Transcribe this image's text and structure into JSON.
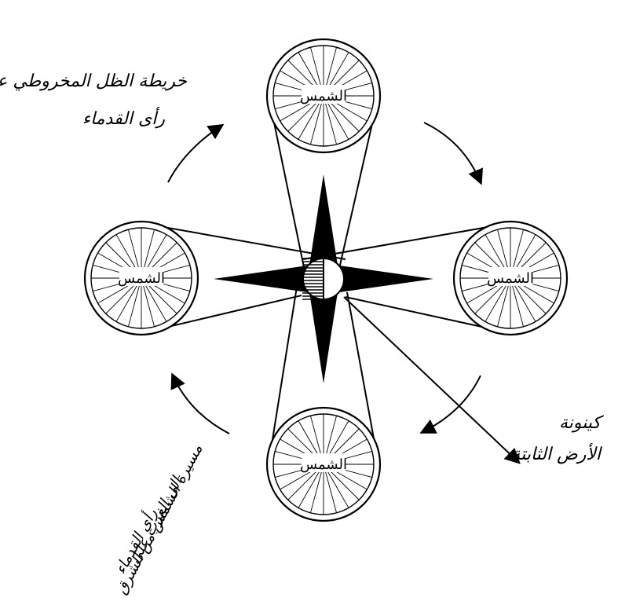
{
  "colors": {
    "ink": "#000000",
    "paper": "#ffffff"
  },
  "diagram": {
    "captions": {
      "title_line1": "خريطة الظل المخروطي على",
      "title_line2": "رأى القدماء",
      "earth_label_line1": "كينونة",
      "earth_label_line2": "الأرض الثابتة",
      "sun_path_line1": "مسيرة الشمس من الشرق",
      "sun_path_line2": "الى الغرب على",
      "sun_path_line3": "رأي القدماء"
    },
    "suns": [
      {
        "id": "top",
        "label": "الشمس"
      },
      {
        "id": "right",
        "label": "الشمس"
      },
      {
        "id": "bottom",
        "label": "الشمس"
      },
      {
        "id": "left",
        "label": "الشمس"
      }
    ],
    "icons": {
      "center": "earth-icon",
      "star": "compass-star-icon",
      "sun": "sun-wheel-icon",
      "arrow": "curved-arrow-icon"
    }
  }
}
